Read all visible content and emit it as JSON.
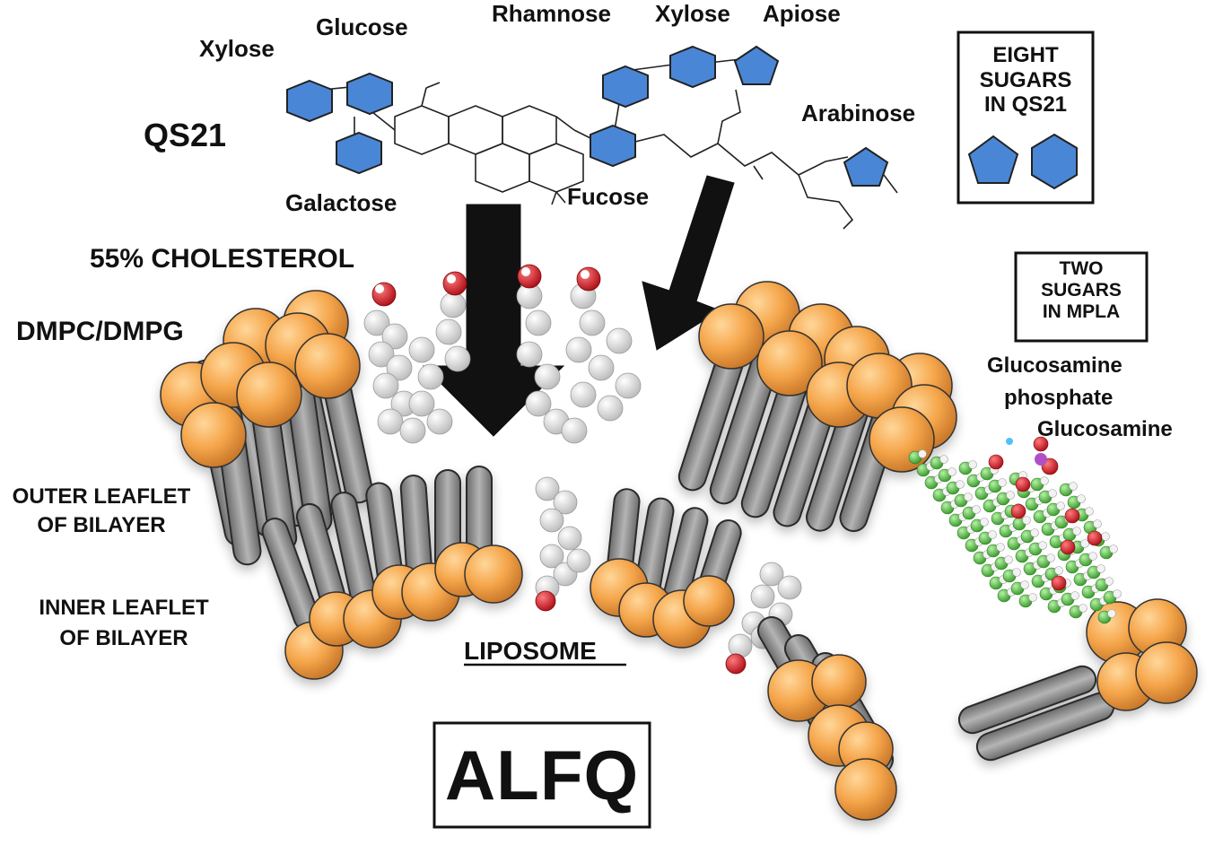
{
  "labels": {
    "qs21": "QS21",
    "xylose_left": "Xylose",
    "glucose": "Glucose",
    "galactose": "Galactose",
    "rhamnose": "Rhamnose",
    "xylose_right": "Xylose",
    "apiose": "Apiose",
    "fucose": "Fucose",
    "arabinose": "Arabinose",
    "cholesterol": "55% CHOLESTEROL",
    "dmpc": "DMPC/DMPG",
    "outer_1": "OUTER LEAFLET",
    "outer_2": "OF BILAYER",
    "inner_1": "INNER LEAFLET",
    "inner_2": "OF BILAYER",
    "liposome": "LIPOSOME",
    "glucosamine_1": "Glucosamine",
    "phosphate": "phosphate",
    "glucosamine_2": "Glucosamine",
    "alfq": "ALFQ"
  },
  "eight_sugars_box": {
    "line1": "EIGHT",
    "line2": "SUGARS",
    "line3": "IN QS21"
  },
  "two_sugars_box": {
    "line1": "TWO",
    "line2": "SUGARS",
    "line3": "IN MPLA"
  },
  "colors": {
    "sugar_ring": "#4a86d6",
    "headgroup": "#f5a54a",
    "lipid_tail": "#8f8f8f",
    "cholesterol": "#e9e9e9",
    "oxygen": "#d9202a",
    "mpla_carbon": "#5cc94a",
    "arrow": "#111111"
  }
}
